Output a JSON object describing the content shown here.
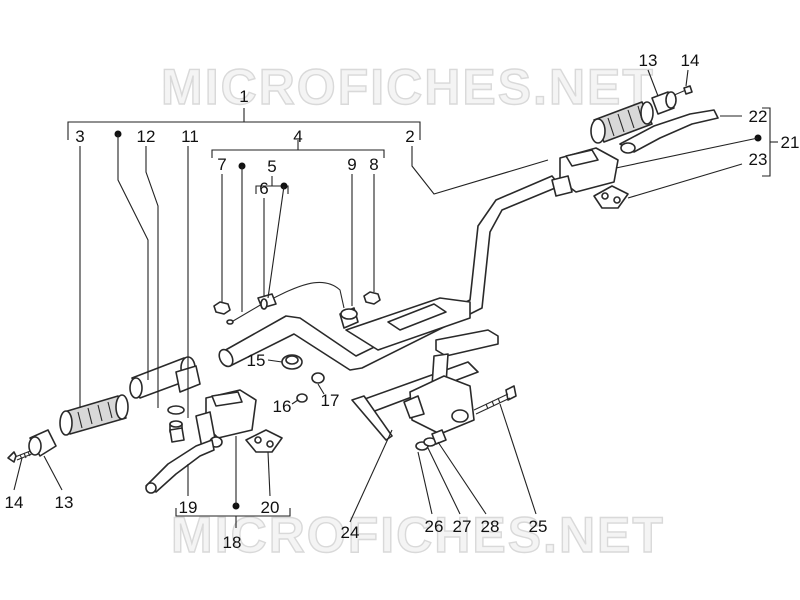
{
  "watermark": {
    "top": "MICROFICHES.NET",
    "bottom": "MICROFICHES.NET"
  },
  "labels": {
    "n1": "1",
    "n2": "2",
    "n3": "3",
    "n4": "4",
    "n5": "5",
    "n6": "6",
    "n7": "7",
    "n8": "8",
    "n9": "9",
    "n11": "11",
    "n12": "12",
    "n13a": "13",
    "n13b": "13",
    "n14a": "14",
    "n14b": "14",
    "n15": "15",
    "n16": "16",
    "n17": "17",
    "n18": "18",
    "n19": "19",
    "n20": "20",
    "n21": "21",
    "n22": "22",
    "n23": "23",
    "n24": "24",
    "n25": "25",
    "n26": "26",
    "n27": "27",
    "n28": "28"
  },
  "colors": {
    "line": "#222222",
    "watermark": "#d9d9d9",
    "grip_fill": "#d8d8d8"
  }
}
